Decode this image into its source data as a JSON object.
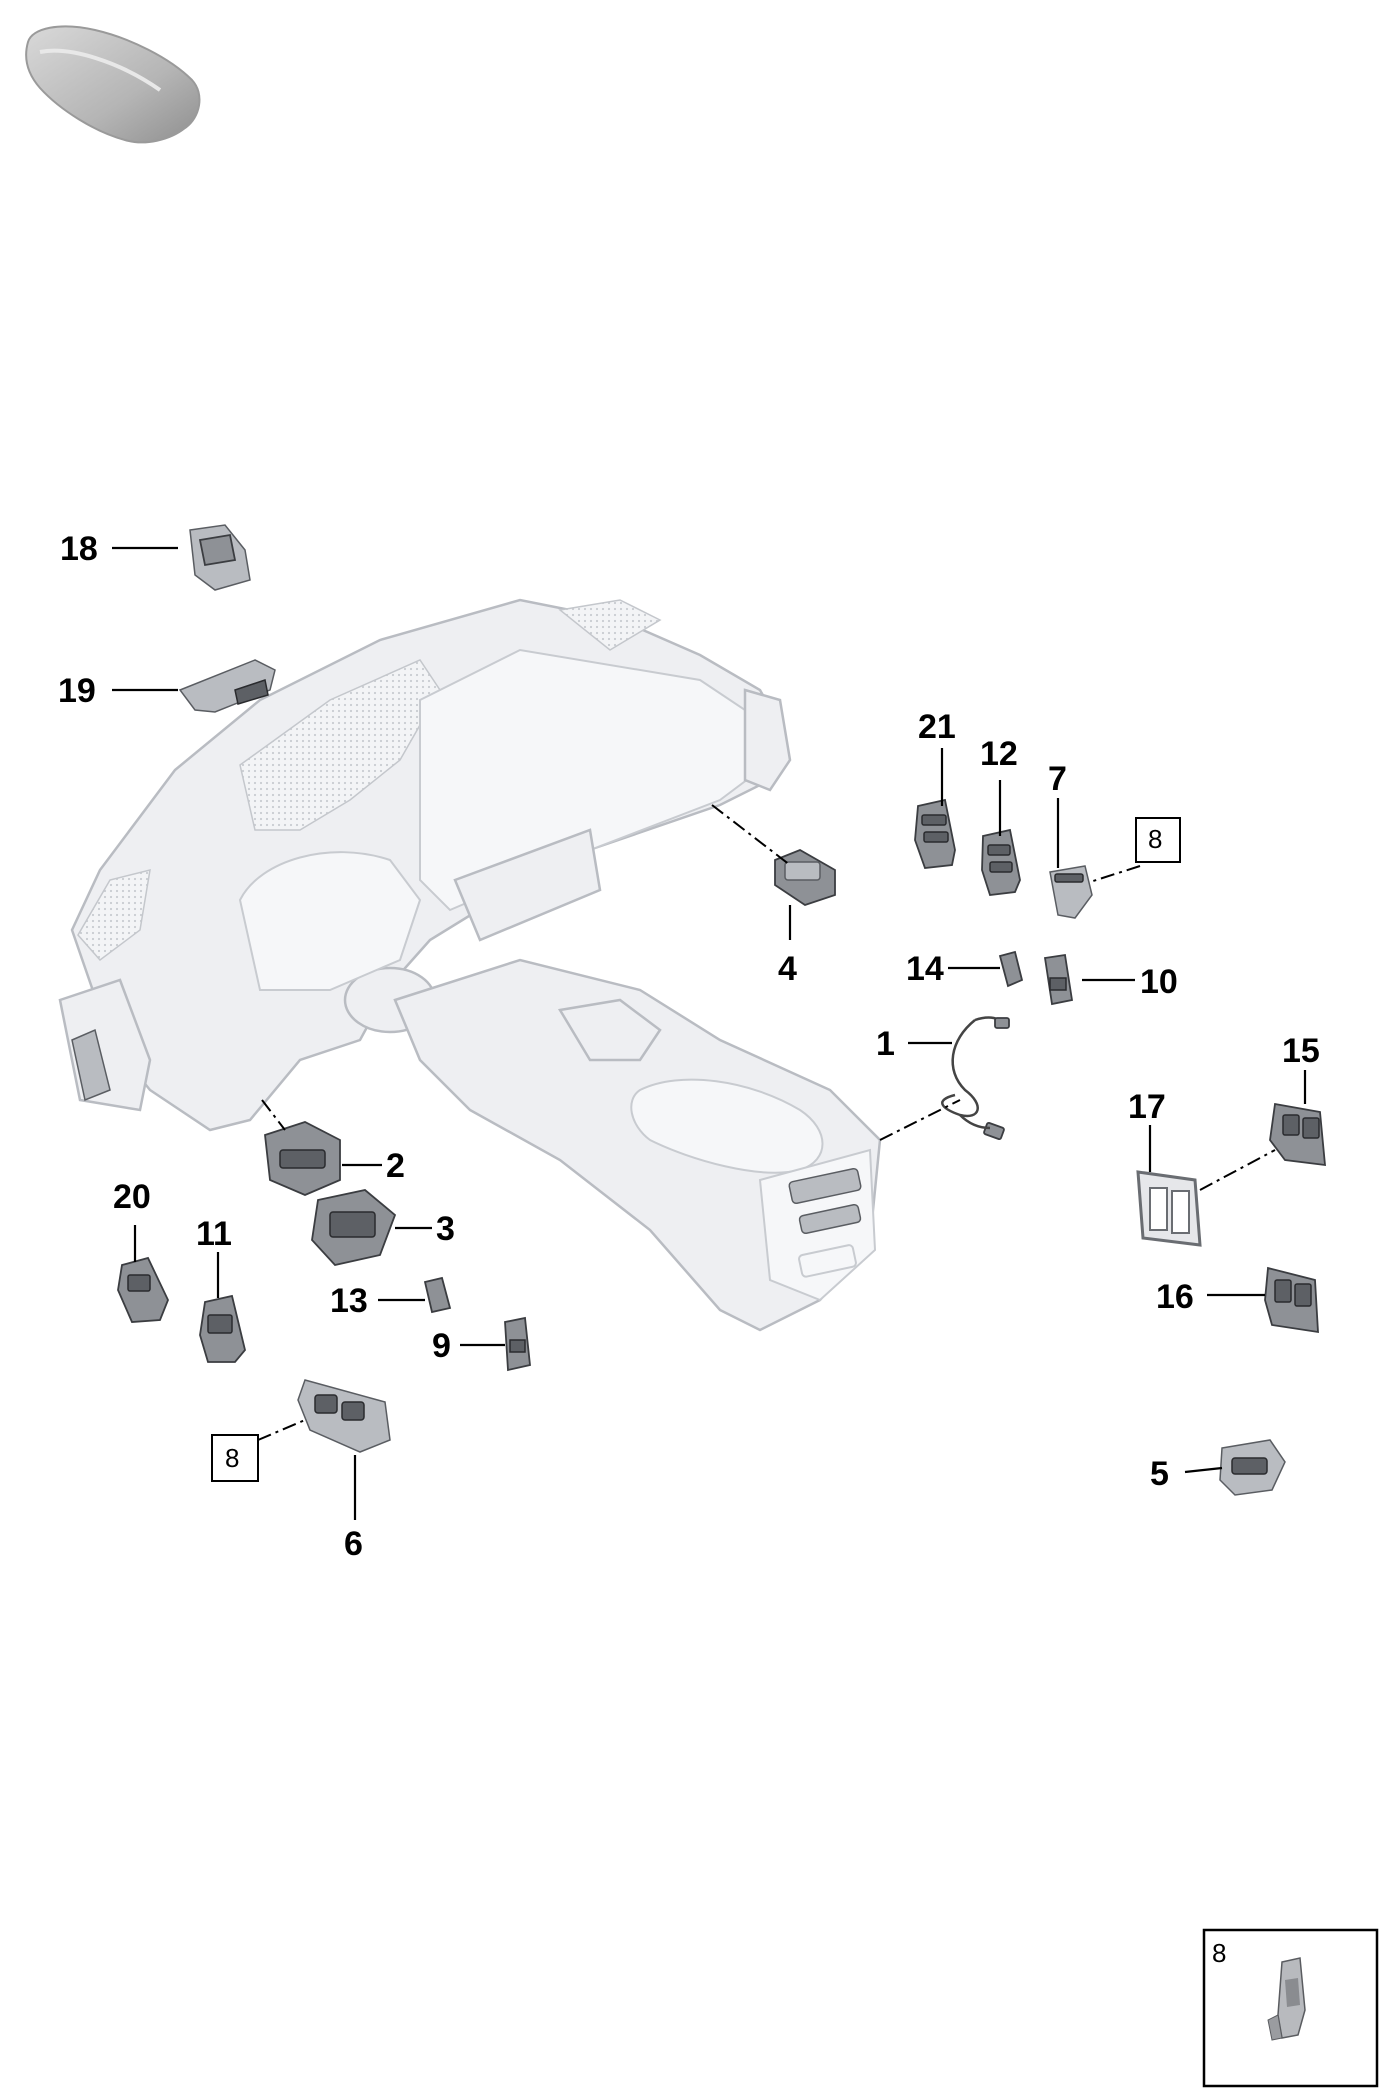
{
  "callouts": {
    "c1": "1",
    "c2": "2",
    "c3": "3",
    "c4": "4",
    "c5": "5",
    "c6": "6",
    "c7": "7",
    "c9": "9",
    "c10": "10",
    "c11": "11",
    "c12": "12",
    "c13": "13",
    "c14": "14",
    "c15": "15",
    "c16": "16",
    "c17": "17",
    "c18": "18",
    "c19": "19",
    "c20": "20",
    "c21": "21"
  },
  "boxed_refs": {
    "ref_right": "8",
    "ref_left": "8"
  },
  "inset": {
    "label": "8"
  },
  "icons": {
    "car_silhouette": "car-thumbnail-icon",
    "dashboard": "dashboard-assembly",
    "center_console": "center-console-assembly"
  }
}
